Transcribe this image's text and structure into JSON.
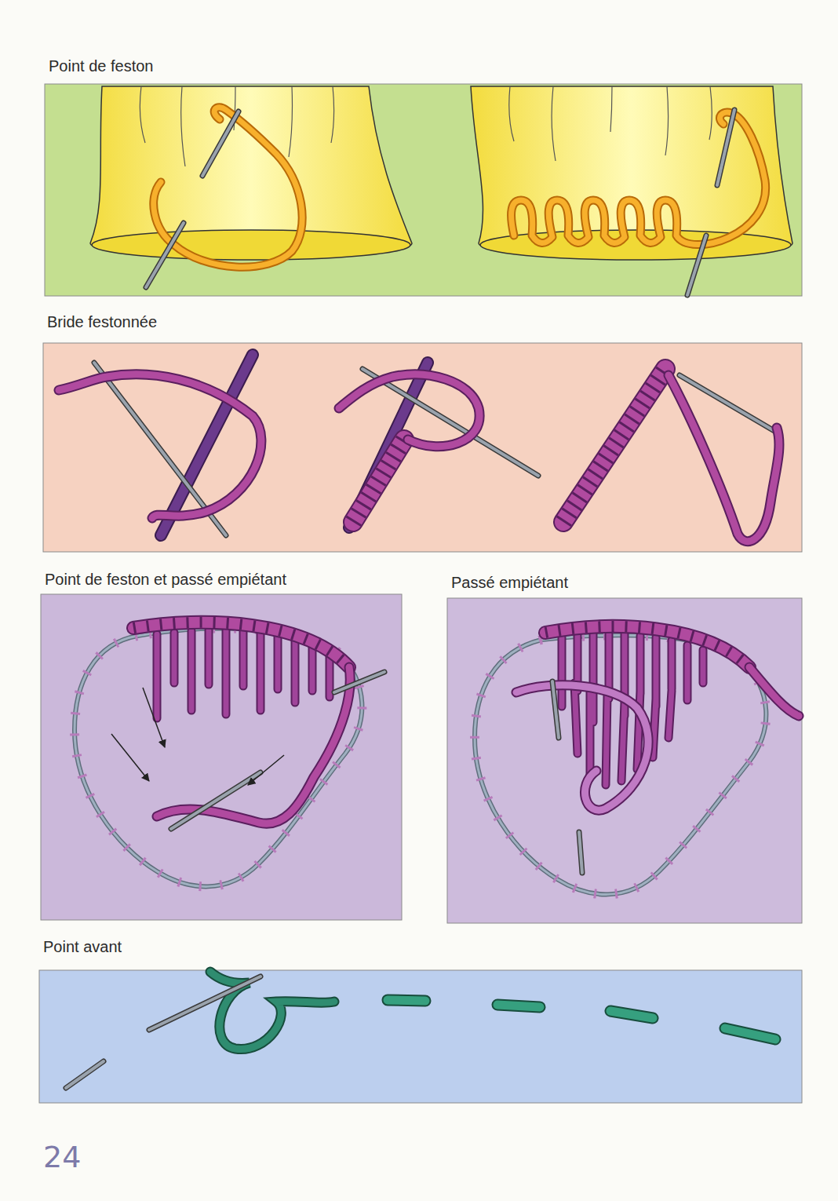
{
  "diagram": {
    "nodes": [
      {
        "text": [
          "Point de feston"
        ]
      },
      {
        "text": [
          "Bride festonnée"
        ]
      },
      {
        "text": [
          "Point de feston et passé empiétant"
        ]
      },
      {
        "text": [
          "Passé empiétant"
        ]
      },
      {
        "text": [
          "Point avant"
        ]
      }
    ],
    "labels": [
      "24"
    ]
  }
}
